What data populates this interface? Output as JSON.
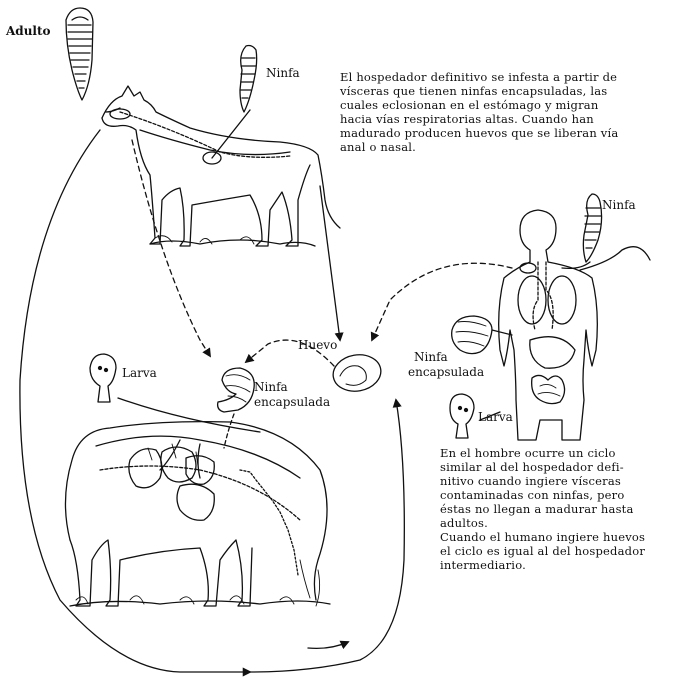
{
  "labels": {
    "adulto": "Adulto",
    "ninfa_dog": "Ninfa",
    "ninfa_human": "Ninfa",
    "huevo": "Huevo",
    "larva_left": "Larva",
    "larva_right": "Larva",
    "ninfa_encap_center": [
      "Ninfa",
      "encapsulada"
    ],
    "ninfa_encap_right": [
      "Ninfa",
      "encapsulada"
    ]
  },
  "paragraphs": {
    "definitive_host": [
      "El hospedador definitivo se infesta a partir de",
      "vísceras que tienen ninfas encapsuladas, las",
      "cuales eclosionan en el estómago y migran",
      "hacia vías respiratorias altas. Cuando han",
      "madurado producen huevos que se liberan vía",
      "anal o nasal."
    ],
    "human": [
      "En el hombre ocurre un ciclo",
      "similar al del hospedador defi-",
      "nitivo cuando ingiere vísceras",
      "contaminadas con ninfas, pero",
      "éstas no llegan a madurar hasta",
      "adultos.",
      "Cuando el humano ingiere huevos",
      "el ciclo es igual al del hospedador",
      "intermediario."
    ]
  },
  "colors": {
    "ink": "#111111",
    "background": "#ffffff"
  }
}
